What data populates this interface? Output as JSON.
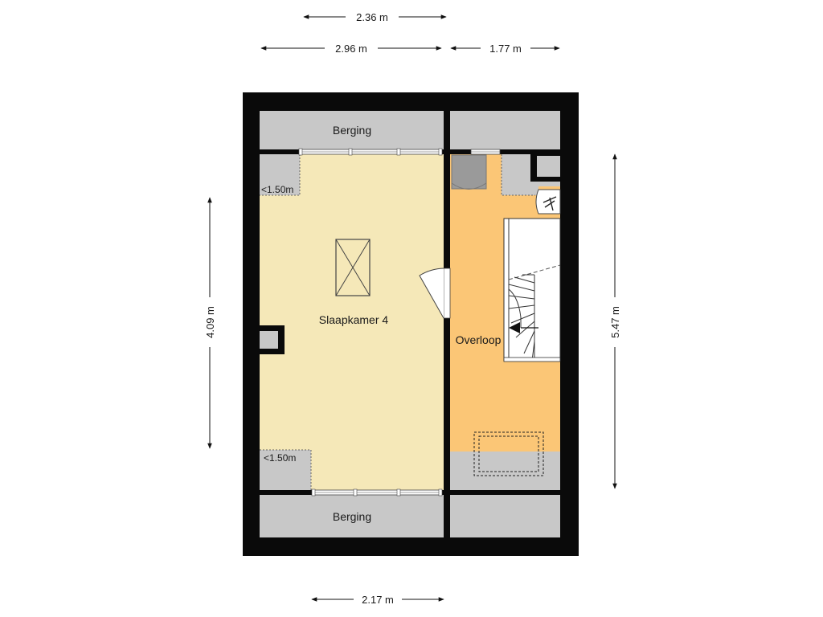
{
  "rooms": {
    "bedroom": "Slaapkamer 4",
    "landing": "Overloop",
    "storage_top": "Berging",
    "storage_bottom": "Berging"
  },
  "notes": {
    "low_height_top": "<1.50m",
    "low_height_bottom": "<1.50m"
  },
  "dimensions": {
    "top_inner": "2.36 m",
    "top_left": "2.96 m",
    "top_right": "1.77 m",
    "bottom": "2.17 m",
    "left": "4.09 m",
    "right": "5.47 m"
  },
  "colors": {
    "wall": "#0a0a0a",
    "bedroom_fill": "#f5e8b8",
    "landing_fill": "#fbc676",
    "storage_fill": "#c8c8c8",
    "stair_fill": "#ffffff"
  }
}
